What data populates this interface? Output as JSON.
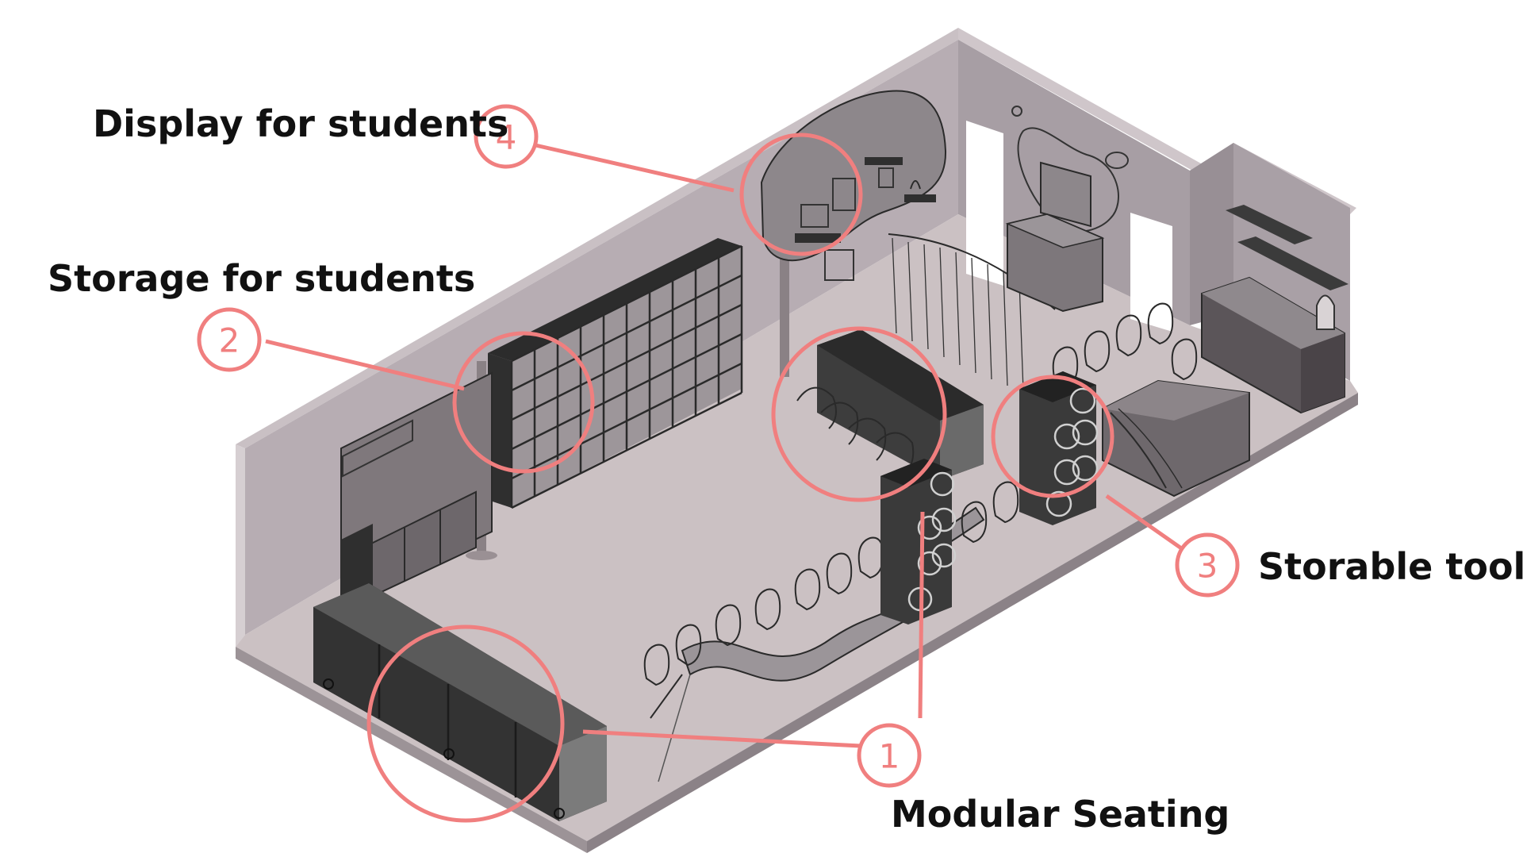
{
  "diagram": {
    "accent_color": "#f07f7f",
    "labels": [
      {
        "number": "4",
        "text": "Display for students"
      },
      {
        "number": "2",
        "text": "Storage for students"
      },
      {
        "number": "3",
        "text": "Storable tools"
      },
      {
        "number": "1",
        "text": "Modular Seating"
      }
    ]
  }
}
